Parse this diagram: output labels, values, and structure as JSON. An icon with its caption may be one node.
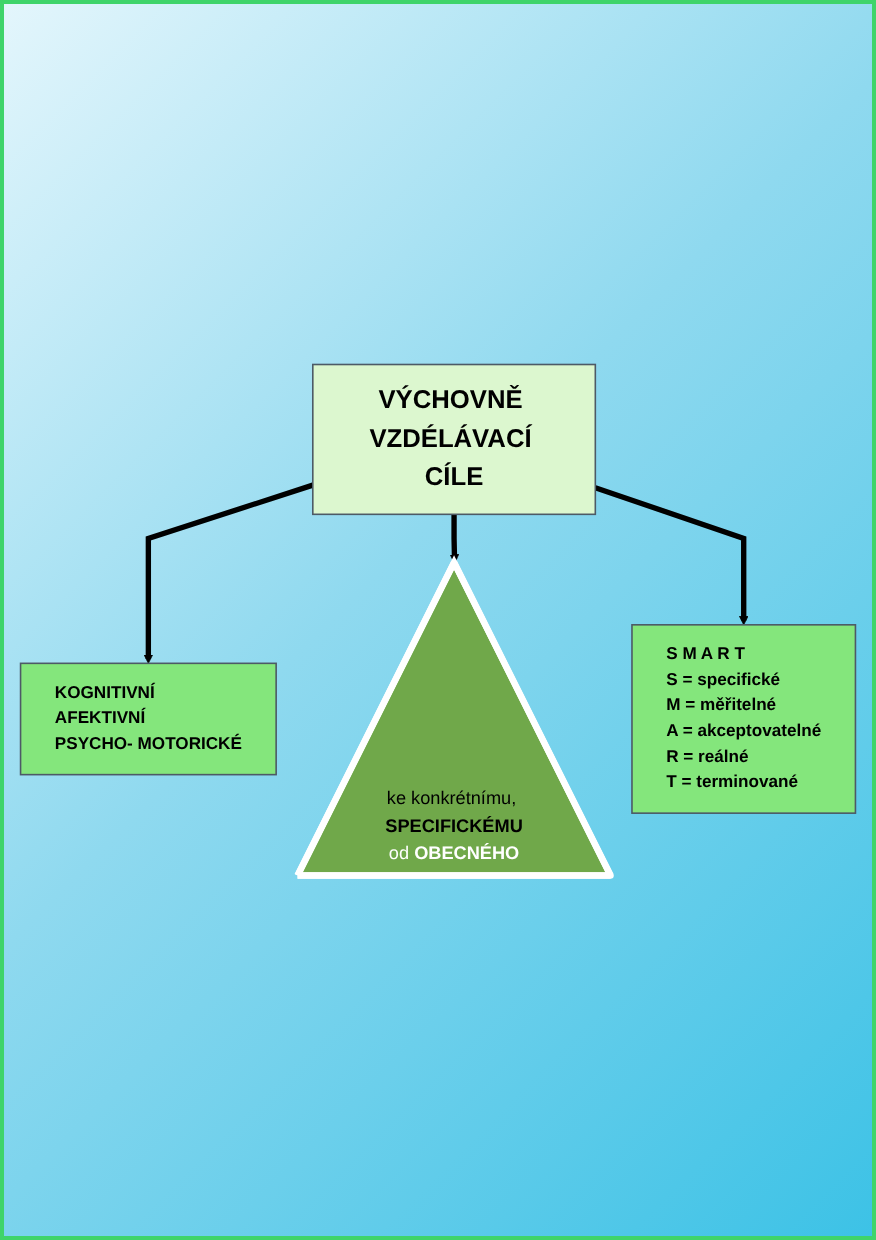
{
  "diagram": {
    "nodes": [
      {
        "text": [
          "VÝCHOVNĚ VZDÉLÁVACÍ CÍLE"
        ]
      },
      {
        "text": [
          "KOGNITIVNÍ",
          "AFEKTIVNÍ",
          "PSYCHO- MOTORICKÉ"
        ]
      },
      {
        "text": [
          "S M A R T",
          "S = specifické",
          "M = měřitelné",
          "A = akceptovatelné",
          "R = reálné",
          "T = terminované"
        ]
      },
      {
        "text": [
          "ke konkrétnímu, **SPECIFICKÉMU**",
          "od **OBECNÉHO**"
        ]
      }
    ],
    "edges": [
      {
        "from": 0,
        "to": 1,
        "arrow": "to"
      },
      {
        "from": 0,
        "to": 3,
        "arrow": "to"
      },
      {
        "from": 0,
        "to": 2,
        "arrow": "to"
      }
    ]
  }
}
